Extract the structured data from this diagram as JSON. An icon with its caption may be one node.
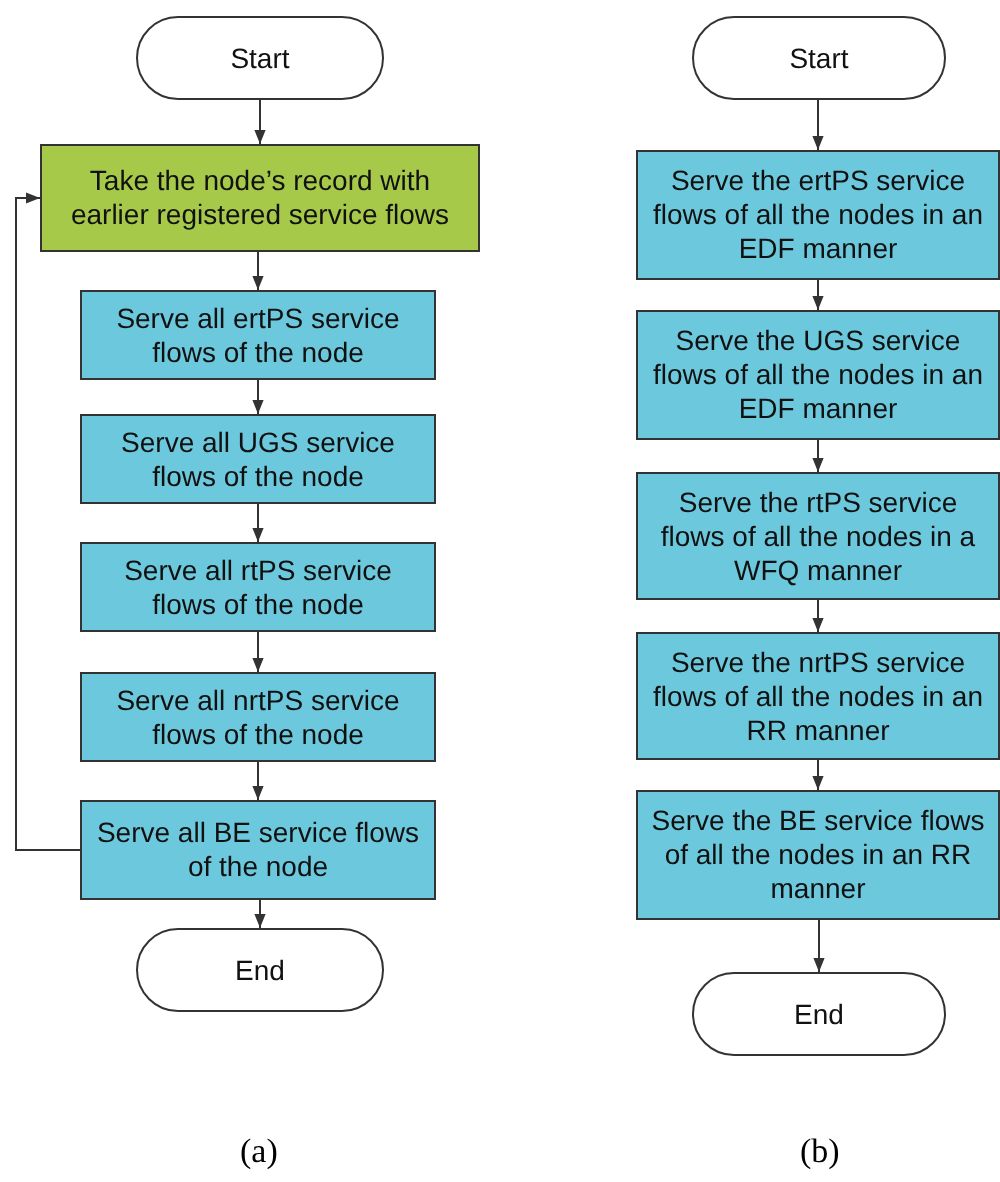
{
  "diagram": {
    "nodes": [
      {
        "text": [
          "Start"
        ]
      },
      {
        "text": [
          "Take the node’s record with earlier registered service flows"
        ]
      },
      {
        "text": [
          "Serve all ertPS service flows of the node"
        ]
      },
      {
        "text": [
          "Serve all UGS service flows of the node"
        ]
      },
      {
        "text": [
          "Serve all rtPS service flows of the node"
        ]
      },
      {
        "text": [
          "Serve all nrtPS service flows of the node"
        ]
      },
      {
        "text": [
          "Serve all BE service flows of the node"
        ]
      },
      {
        "text": [
          "End"
        ]
      },
      {
        "text": [
          "Start"
        ]
      },
      {
        "text": [
          "Serve the ertPS service flows of all the nodes in an EDF manner"
        ]
      },
      {
        "text": [
          "Serve the UGS service flows of all the nodes in an EDF manner"
        ]
      },
      {
        "text": [
          "Serve the rtPS service flows of all the nodes in a WFQ manner"
        ]
      },
      {
        "text": [
          "Serve the nrtPS service flows of all the nodes in an RR manner"
        ]
      },
      {
        "text": [
          "Serve the BE service flows of all the nodes in an RR manner"
        ]
      },
      {
        "text": [
          "End"
        ]
      }
    ],
    "edges": [
      {
        "from": 0,
        "to": 1,
        "arrow": "to"
      },
      {
        "from": 1,
        "to": 2,
        "arrow": "to"
      },
      {
        "from": 2,
        "to": 3,
        "arrow": "to"
      },
      {
        "from": 3,
        "to": 4,
        "arrow": "to"
      },
      {
        "from": 4,
        "to": 5,
        "arrow": "to"
      },
      {
        "from": 5,
        "to": 6,
        "arrow": "to"
      },
      {
        "from": 6,
        "to": 7,
        "arrow": "to"
      },
      {
        "from": 6,
        "to": 1,
        "arrow": "to"
      },
      {
        "from": 8,
        "to": 9,
        "arrow": "to"
      },
      {
        "from": 9,
        "to": 10,
        "arrow": "to"
      },
      {
        "from": 10,
        "to": 11,
        "arrow": "to"
      },
      {
        "from": 11,
        "to": 12,
        "arrow": "to"
      },
      {
        "from": 12,
        "to": 13,
        "arrow": "to"
      },
      {
        "from": 13,
        "to": 14,
        "arrow": "to"
      }
    ],
    "labels": [
      "(a)",
      "(b)"
    ]
  }
}
